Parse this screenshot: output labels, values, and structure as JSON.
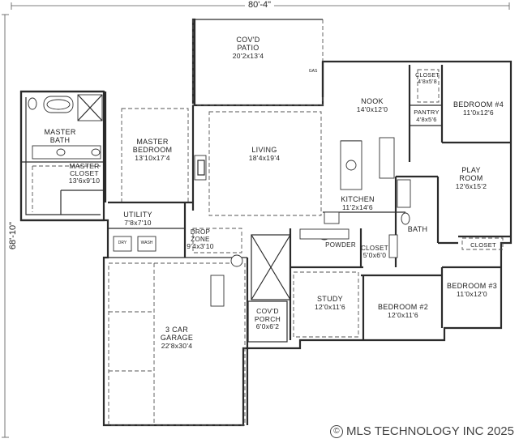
{
  "dimensions": {
    "width": "80'-4\"",
    "depth": "68'-10\""
  },
  "rooms": {
    "patio": {
      "name_line1": "COV'D",
      "name_line2": "PATIO",
      "size": "20'2x13'4"
    },
    "nook": {
      "name": "NOOK",
      "size": "14'0x12'0"
    },
    "closet_upper": {
      "name": "CLOSET",
      "size": "4'8x5'8"
    },
    "pantry": {
      "name": "PANTRY",
      "size": "4'8x5'6"
    },
    "bedroom4": {
      "name": "BEDROOM #4",
      "size": "11'0x12'6"
    },
    "master_bath": {
      "name_line1": "MASTER",
      "name_line2": "BATH"
    },
    "master_bedroom": {
      "name_line1": "MASTER",
      "name_line2": "BEDROOM",
      "size": "13'10x17'4"
    },
    "master_closet": {
      "name_line1": "MASTER",
      "name_line2": "CLOSET",
      "size": "13'6x9'10"
    },
    "living": {
      "name": "LIVING",
      "size": "18'4x19'4"
    },
    "play_room": {
      "name_line1": "PLAY",
      "name_line2": "ROOM",
      "size": "12'6x15'2"
    },
    "kitchen": {
      "name": "KITCHEN",
      "size": "11'2x14'6"
    },
    "bath": {
      "name": "BATH"
    },
    "utility": {
      "name": "UTILITY",
      "size": "7'8x7'10"
    },
    "drop_zone": {
      "name_line1": "DROP",
      "name_line2": "ZONE",
      "size": "9'4x3'10"
    },
    "powder": {
      "name": "POWDER"
    },
    "closet_mid": {
      "name": "CLOSET",
      "size": "5'0x6'0"
    },
    "closet_right": {
      "name": "CLOSET"
    },
    "bedroom3": {
      "name": "BEDROOM #3",
      "size": "11'0x12'0"
    },
    "study": {
      "name": "STUDY",
      "size": "12'0x11'6"
    },
    "bedroom2": {
      "name": "BEDROOM #2",
      "size": "12'0x11'6"
    },
    "porch": {
      "name_line1": "COV'D",
      "name_line2": "PORCH",
      "size": "6'0x6'2"
    },
    "garage": {
      "name_line1": "3 CAR",
      "name_line2": "GARAGE",
      "size": "22'8x30'4"
    }
  },
  "fixture_labels": {
    "gas": "GAS",
    "dry": "DRY",
    "wash": "WASH"
  },
  "copyright": "MLS TECHNOLOGY INC 2025",
  "copyright_symbol": "©"
}
